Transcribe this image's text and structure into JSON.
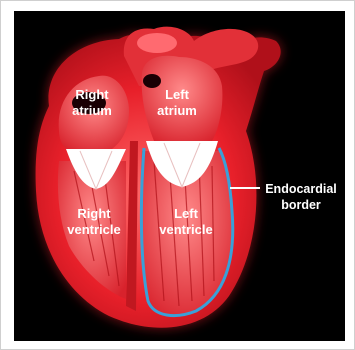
{
  "labels": {
    "right_atrium_line1": "Right",
    "right_atrium_line2": "atrium",
    "left_atrium_line1": "Left",
    "left_atrium_line2": "atrium",
    "right_ventricle_line1": "Right",
    "right_ventricle_line2": "ventricle",
    "left_ventricle_line1": "Left",
    "left_ventricle_line2": "ventricle",
    "endocardial_line1": "Endocardial",
    "endocardial_line2": "border"
  },
  "colors": {
    "background": "#000000",
    "heart_outer": "#e8202a",
    "heart_inner": "#f0545a",
    "valve": "#ffffff",
    "endocardial_border": "#3aa0d8"
  }
}
